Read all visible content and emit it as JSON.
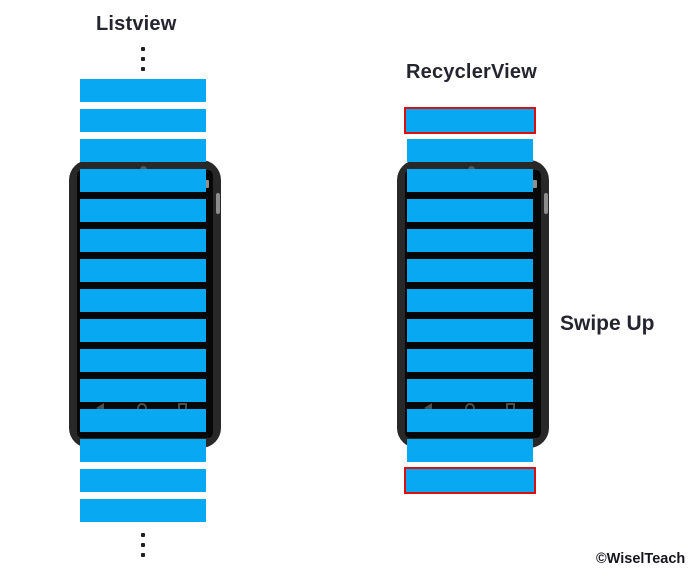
{
  "canvas": {
    "background": "#ffffff"
  },
  "palette": {
    "item_blue": "#09a8f2",
    "highlight_red": "#dc0f0f",
    "phone_body": "#282828",
    "phone_screen": "#070707",
    "heading_text": "#252530",
    "watermark_text": "#16161f",
    "ellipsis_dot": "#1f1f1f",
    "nav_icon_gray": "#4d4d4d",
    "camera_gray": "#585858",
    "volume_button_gray": "#8d8d8d"
  },
  "left_column": {
    "title": "Listview",
    "item_count": 15,
    "highlighted_item_indexes": [],
    "ellipsis_above": true,
    "ellipsis_below": true
  },
  "right_column": {
    "title": "RecyclerView",
    "item_count": 13,
    "highlighted_item_indexes": [
      0,
      12
    ],
    "ellipsis_above": false,
    "ellipsis_below": false
  },
  "labels": {
    "swipe": "Swipe Up",
    "watermark": "©WiselTeach"
  }
}
